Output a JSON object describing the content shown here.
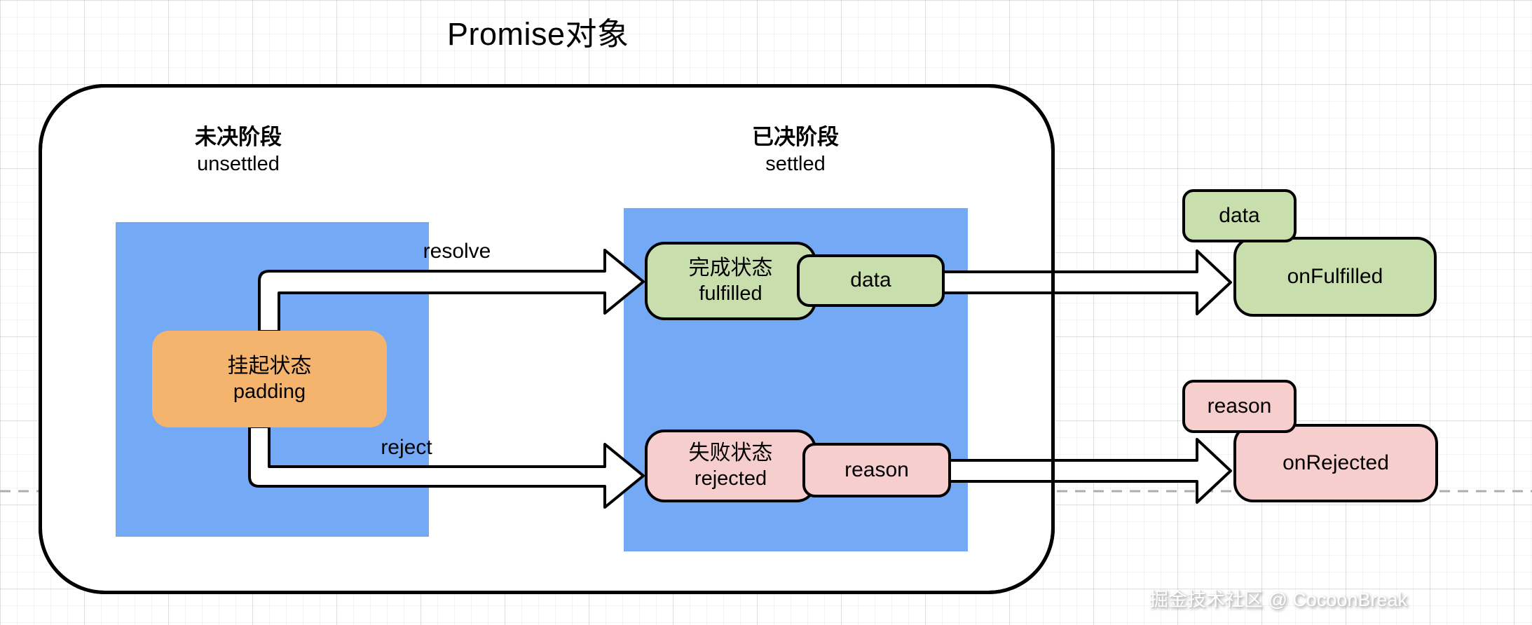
{
  "title": "Promise对象",
  "watermark": "掘金技术社区 @ CocoonBreak",
  "stages": {
    "unsettled": {
      "zh": "未决阶段",
      "en": "unsettled"
    },
    "settled": {
      "zh": "已决阶段",
      "en": "settled"
    }
  },
  "nodes": {
    "pending": {
      "zh": "挂起状态",
      "en": "padding"
    },
    "fulfilled": {
      "zh": "完成状态",
      "en": "fulfilled"
    },
    "rejected": {
      "zh": "失败状态",
      "en": "rejected"
    },
    "data_attached": "data",
    "reason_attached": "reason",
    "data_output": "data",
    "reason_output": "reason",
    "on_fulfilled": "onFulfilled",
    "on_rejected": "onRejected"
  },
  "arrow_labels": {
    "resolve": "resolve",
    "reject": "reject"
  },
  "colors": {
    "stage_background": "#74A9F5",
    "pending_fill": "#F4B46E",
    "fulfilled_fill": "#C8DFAD",
    "rejected_fill": "#F6CECD",
    "outline": "#000000",
    "arrow_fill": "#FFFFFF",
    "dashed_guide": "#ADADAD"
  }
}
